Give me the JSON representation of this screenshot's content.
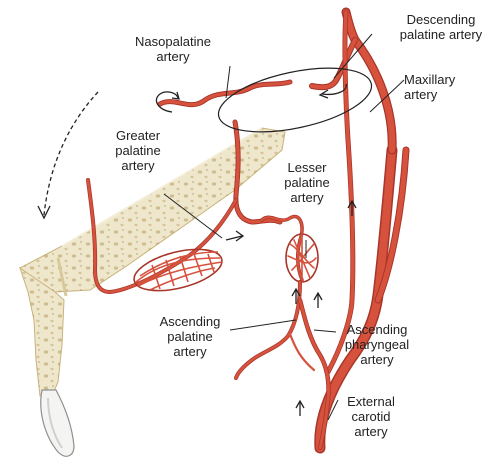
{
  "labels": {
    "descending_palatine": [
      "Descending",
      "palatine artery"
    ],
    "nasopalatine": [
      "Nasopalatine",
      "artery"
    ],
    "maxillary": [
      "Maxillary",
      "artery"
    ],
    "greater_palatine": [
      "Greater",
      "palatine",
      "artery"
    ],
    "lesser_palatine": [
      "Lesser",
      "palatine",
      "artery"
    ],
    "ascending_palatine": [
      "Ascending",
      "palatine",
      "artery"
    ],
    "ascending_pharyngeal": [
      "Ascending",
      "pharyngeal",
      "artery"
    ],
    "external_carotid": [
      "External",
      "carotid",
      "artery"
    ]
  },
  "colors": {
    "artery": "#d6523d",
    "artery_dark": "#a8352a",
    "bone": "#efe7cc",
    "bone_shade": "#d9c89a",
    "bone_pore": "#b39a5e",
    "leader": "#222222"
  }
}
